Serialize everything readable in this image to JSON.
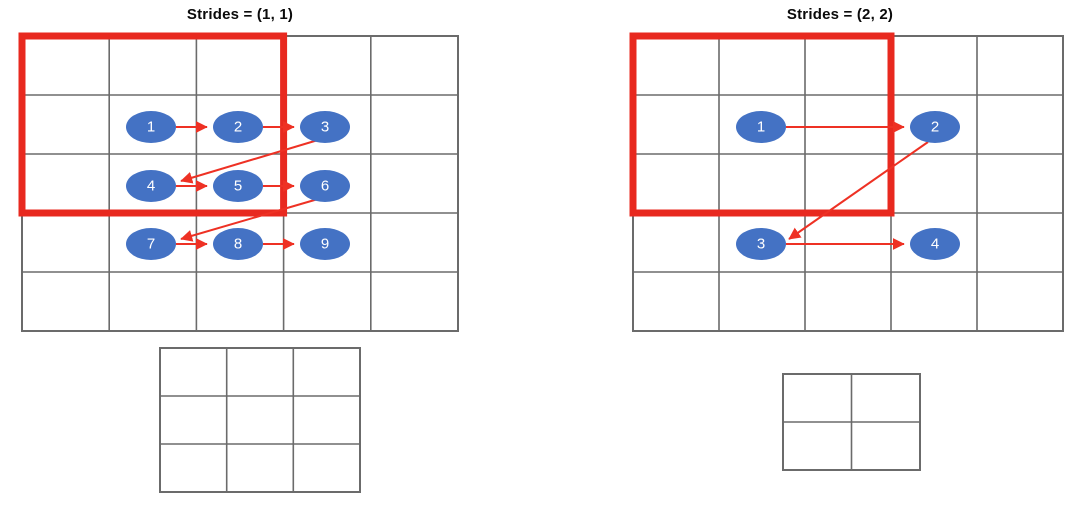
{
  "figure": {
    "type": "diagram",
    "subject": "convolution-stride-illustration",
    "background_color": "#ffffff",
    "node_fill_color": "#4472c4",
    "node_text_color": "#ffffff",
    "kernel_box_color": "#e8291f",
    "arrow_color": "#ee3124",
    "grid_line_color": "#6b6b6b"
  },
  "panels": [
    {
      "id": "left",
      "title": "Strides = (1, 1)",
      "input_grid": {
        "rows": 5,
        "cols": 5
      },
      "kernel_window": {
        "rows": 3,
        "cols": 3,
        "top_left_row": 1,
        "top_left_col": 1
      },
      "output_grid": {
        "rows": 3,
        "cols": 3
      },
      "step_count": 9,
      "steps": [
        {
          "label": "1",
          "row": 2,
          "col": 2
        },
        {
          "label": "2",
          "row": 2,
          "col": 3
        },
        {
          "label": "3",
          "row": 2,
          "col": 4
        },
        {
          "label": "4",
          "row": 3,
          "col": 2
        },
        {
          "label": "5",
          "row": 3,
          "col": 3
        },
        {
          "label": "6",
          "row": 3,
          "col": 4
        },
        {
          "label": "7",
          "row": 4,
          "col": 2
        },
        {
          "label": "8",
          "row": 4,
          "col": 3
        },
        {
          "label": "9",
          "row": 4,
          "col": 4
        }
      ]
    },
    {
      "id": "right",
      "title": "Strides = (2, 2)",
      "input_grid": {
        "rows": 5,
        "cols": 5
      },
      "kernel_window": {
        "rows": 3,
        "cols": 3,
        "top_left_row": 1,
        "top_left_col": 1
      },
      "output_grid": {
        "rows": 2,
        "cols": 2
      },
      "step_count": 4,
      "steps": [
        {
          "label": "1",
          "row": 2,
          "col": 2
        },
        {
          "label": "2",
          "row": 2,
          "col": 4
        },
        {
          "label": "3",
          "row": 4,
          "col": 2
        },
        {
          "label": "4",
          "row": 4,
          "col": 4
        }
      ]
    }
  ]
}
